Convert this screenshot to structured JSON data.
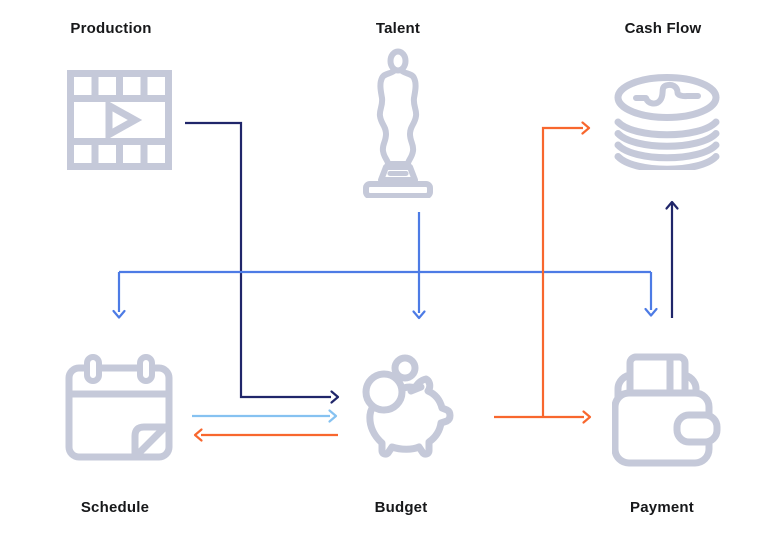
{
  "diagram": {
    "nodes": [
      {
        "id": "production",
        "label": "Production",
        "icon": "film-strip-icon"
      },
      {
        "id": "talent",
        "label": "Talent",
        "icon": "award-statue-icon"
      },
      {
        "id": "cash_flow",
        "label": "Cash Flow",
        "icon": "coin-stack-icon"
      },
      {
        "id": "schedule",
        "label": "Schedule",
        "icon": "calendar-icon"
      },
      {
        "id": "budget",
        "label": "Budget",
        "icon": "piggy-bank-icon"
      },
      {
        "id": "payment",
        "label": "Payment",
        "icon": "wallet-icon"
      }
    ],
    "edges": [
      {
        "from": "Production",
        "to": "Budget",
        "color": "navy"
      },
      {
        "from": "Talent",
        "to": "Schedule",
        "color": "blue"
      },
      {
        "from": "Talent",
        "to": "Budget",
        "color": "blue"
      },
      {
        "from": "Talent",
        "to": "Payment",
        "color": "blue"
      },
      {
        "from": "Schedule",
        "to": "Budget",
        "color": "light_blue"
      },
      {
        "from": "Budget",
        "to": "Schedule",
        "color": "orange"
      },
      {
        "from": "Budget",
        "to": "Payment",
        "color": "orange"
      },
      {
        "from": "Budget",
        "to": "Cash Flow",
        "color": "orange"
      },
      {
        "from": "Payment",
        "to": "Cash Flow",
        "color": "navy"
      }
    ],
    "colors": {
      "navy": "#20266a",
      "blue": "#4d7be5",
      "light_blue": "#86c2f1",
      "orange": "#f8672e",
      "icon": "#c5c9d9",
      "label": "#17181a",
      "background": "#ffffff"
    }
  }
}
